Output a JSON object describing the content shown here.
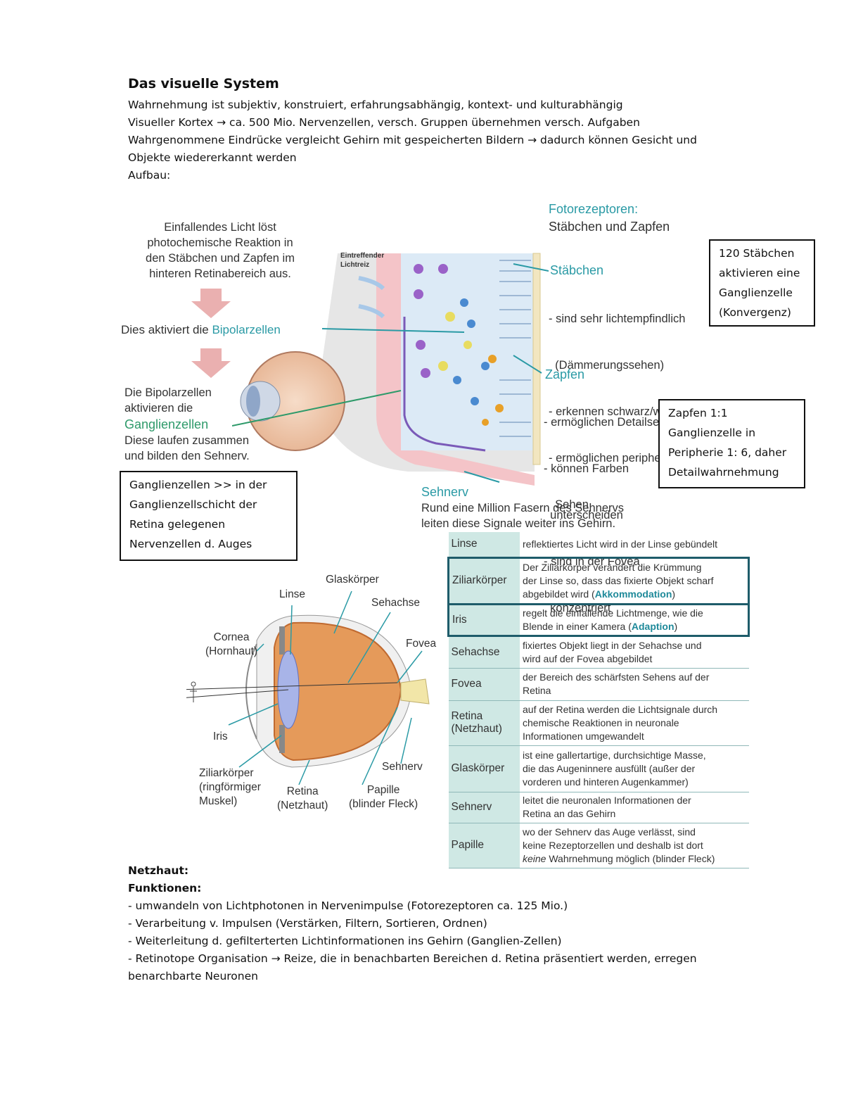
{
  "title": "Das visuelle System",
  "intro": [
    "Wahrnehmung ist subjektiv, konstruiert, erfahrungsabhängig, kontext- und kulturabhängig",
    "Visueller Kortex → ca. 500 Mio. Nervenzellen, versch. Gruppen übernehmen versch. Aufgaben",
    "Wahrgenommene Eindrücke vergleicht Gehirn mit gespeicherten Bildern → dadurch können Gesicht und",
    "Objekte wiedererkannt werden",
    "Aufbau:"
  ],
  "retina_diagram": {
    "step1": [
      "Einfallendes Licht löst",
      "photochemische Reaktion in",
      "den Stäbchen und Zapfen im",
      "hinteren Retinabereich aus."
    ],
    "step2_prefix": "Dies aktiviert die ",
    "step2_highlight": "Bipolarzellen",
    "step3_a": [
      "Die Bipolarzellen",
      "aktivieren die"
    ],
    "step3_highlight": "Ganglienzellen",
    "step3_b": [
      "Diese laufen zusammen",
      "und bilden den Sehnerv."
    ],
    "light_label": [
      "Eintreffender",
      "Lichtreiz"
    ],
    "photoreceptor_title": "Fotorezeptoren:",
    "photoreceptor_sub": "Stäbchen und Zapfen",
    "rods_title": "Stäbchen",
    "rods_items": [
      "- sind sehr lichtempfindlich",
      "  (Dämmerungssehen)",
      "- erkennen schwarz/weiß",
      "- ermöglichen peripheres",
      "  Sehen"
    ],
    "cones_title": "Zapfen",
    "cones_items": [
      "- ermöglichen Detailsehen",
      "- können Farben",
      "  unterscheiden",
      "- sind in der Fovea",
      "  konzentriert"
    ],
    "nerve_title": "Sehnerv",
    "nerve_text": [
      "Rund eine Million Fasern des Sehnervs",
      "leiten diese Signale weiter ins Gehirn."
    ]
  },
  "notes": {
    "convergence": [
      "120 Stäbchen",
      "aktivieren eine",
      "Ganglienzelle",
      "(Konvergenz)"
    ],
    "cones_ratio": [
      "Zapfen 1:1",
      "Ganglienzelle in",
      "Peripherie 1: 6, daher",
      "Detailwahrnehmung"
    ],
    "ganglion": [
      "Ganglienzellen >> in der",
      "Ganglienzellschicht der",
      "Retina gelegenen",
      "Nervenzellen d. Auges"
    ]
  },
  "eye_labels": {
    "glaskoerper": "Glaskörper",
    "linse": "Linse",
    "sehachse": "Sehachse",
    "cornea": [
      "Cornea",
      "(Hornhaut)"
    ],
    "fovea": "Fovea",
    "iris": "Iris",
    "sehnerv": "Sehnerv",
    "ziliar": [
      "Ziliarkörper",
      "(ringförmiger",
      "Muskel)"
    ],
    "retina": [
      "Retina",
      "(Netzhaut)"
    ],
    "papille": [
      "Papille",
      "(blinder Fleck)"
    ]
  },
  "table": [
    {
      "term": "Linse",
      "desc": [
        "reflektiertes Licht wird in der Linse gebündelt"
      ]
    },
    {
      "term": "Ziliarkörper",
      "desc": [
        "Der Ziliarkörper verändert die Krümmung",
        "der Linse so, dass das fixierte Objekt scharf",
        "abgebildet wird ("
      ],
      "highlight": "Akkommodation",
      "tail": ")"
    },
    {
      "term": "Iris",
      "desc": [
        "regelt die einfallende Lichtmenge, wie die",
        "Blende in einer Kamera ("
      ],
      "highlight": "Adaption",
      "tail": ")"
    },
    {
      "term": "Sehachse",
      "desc": [
        "fixiertes Objekt liegt in der Sehachse und",
        "wird auf der Fovea abgebildet"
      ]
    },
    {
      "term": "Fovea",
      "desc": [
        "der Bereich des schärfsten Sehens auf der",
        "Retina"
      ]
    },
    {
      "term": "Retina (Netzhaut)",
      "desc": [
        "auf der Retina werden die Lichtsignale durch",
        "chemische Reaktionen in neuronale",
        "Informationen umgewandelt"
      ]
    },
    {
      "term": "Glaskörper",
      "desc": [
        "ist eine gallertartige, durchsichtige Masse,",
        "die das Augeninnere ausfüllt (außer der",
        "vorderen und hinteren Augenkammer)"
      ]
    },
    {
      "term": "Sehnerv",
      "desc": [
        "leitet die neuronalen Informationen der",
        "Retina an das Gehirn"
      ]
    },
    {
      "term": "Papille",
      "desc": [
        "wo der Sehnerv das Auge verlässt, sind",
        "keine Rezeptorzellen und deshalb ist dort"
      ],
      "italic_word": "keine",
      "last_line": " Wahrnehmung möglich (blinder Fleck)"
    }
  ],
  "bottom": [
    "Netzhaut:",
    "Funktionen:",
    "- umwandeln von Lichtphotonen in Nervenimpulse (Fotorezeptoren ca. 125 Mio.)",
    "- Verarbeitung v. Impulsen (Verstärken, Filtern, Sortieren, Ordnen)",
    "- Weiterleitung d. gefilterterten Lichtinformationen ins Gehirn (Ganglien-Zellen)",
    "- Retinotope Organisation → Reize, die in benachbarten Bereichen d. Retina präsentiert werden, erregen",
    "benarchbarte Neuronen"
  ],
  "colors": {
    "teal": "#2a9aa5",
    "table_key_bg": "#cfe8e4",
    "box_border": "#1e5c6a"
  }
}
